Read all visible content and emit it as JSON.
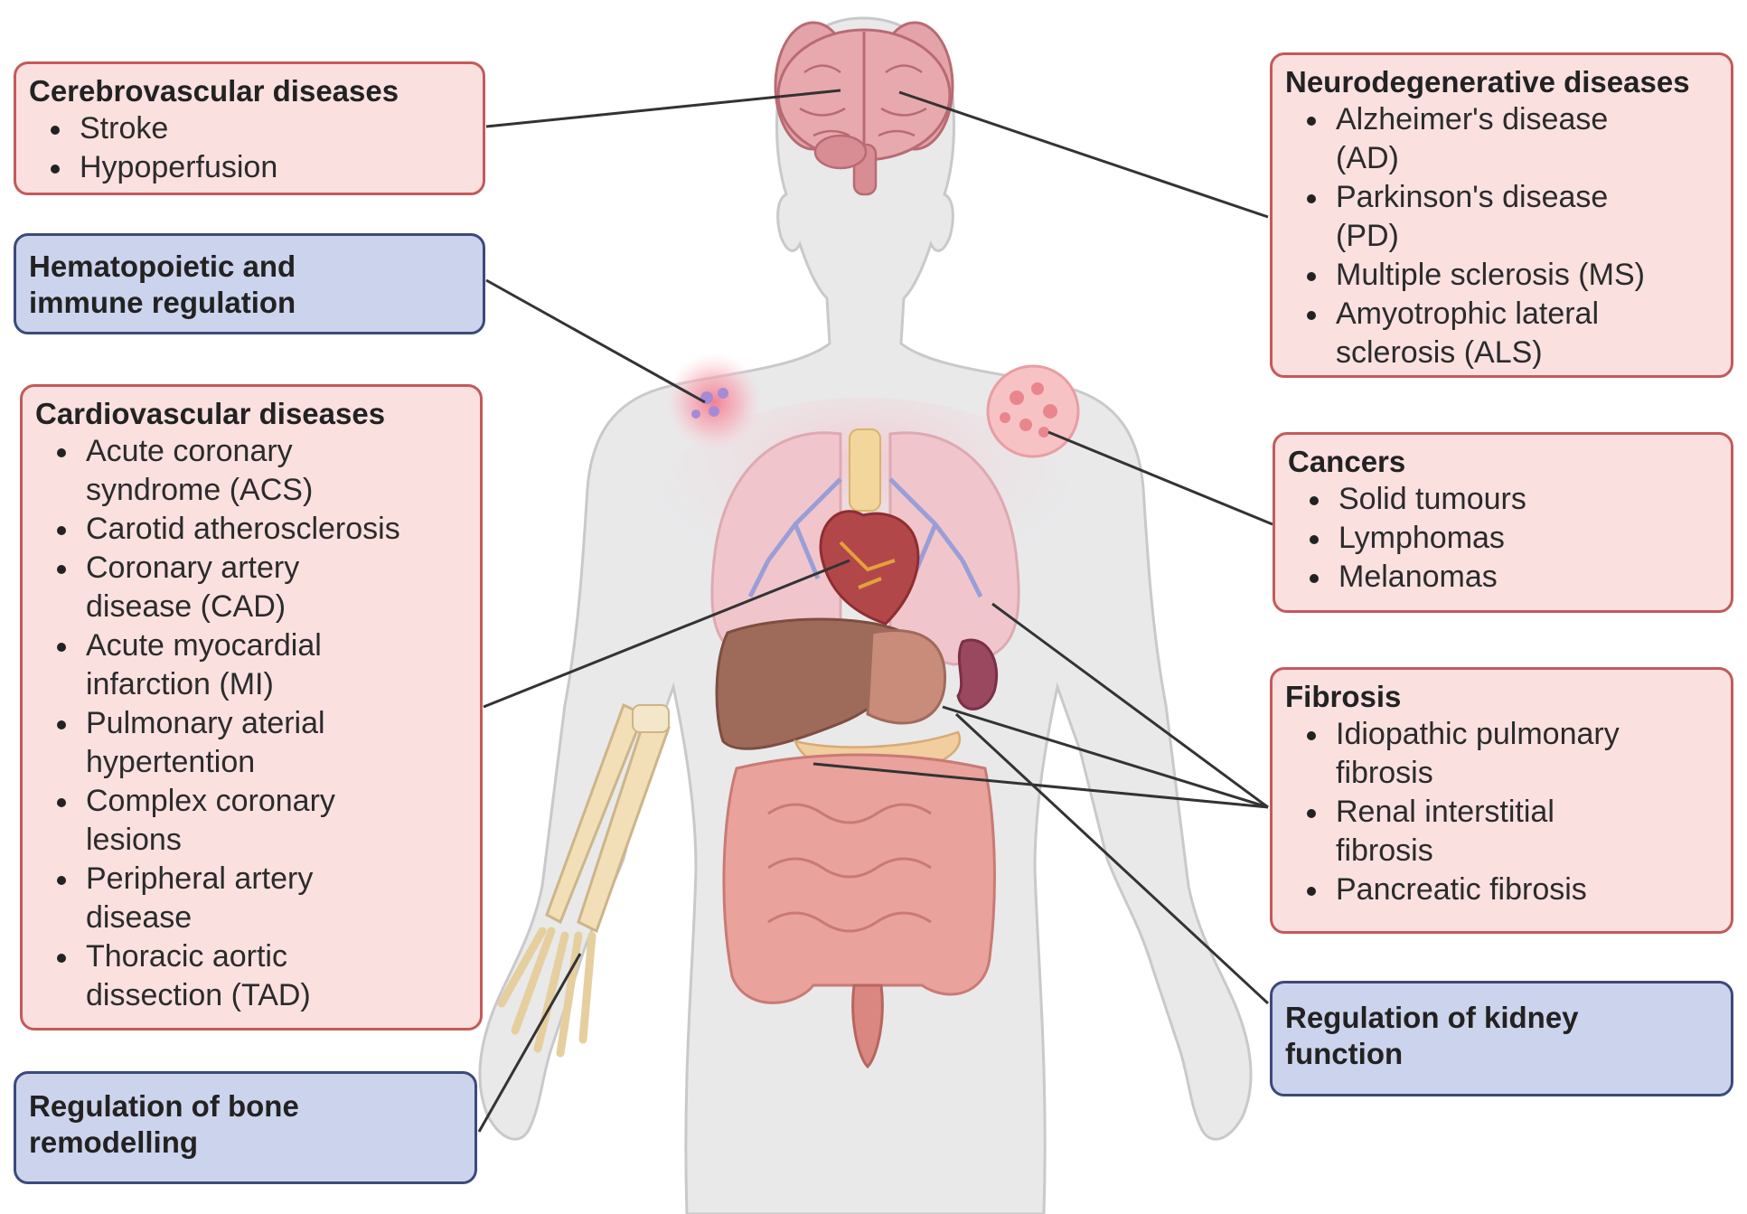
{
  "boxes": {
    "cerebrovascular": {
      "title": "Cerebrovascular diseases",
      "items": [
        "Stroke",
        "Hypoperfusion"
      ],
      "color": "#fbe0e0"
    },
    "hematopoietic": {
      "title": "Hematopoietic and immune regulation",
      "color": "#ccd3ec"
    },
    "cardiovascular": {
      "title": "Cardiovascular diseases",
      "items": [
        "Acute coronary syndrome (ACS)",
        "Carotid atherosclerosis",
        "Coronary artery disease (CAD)",
        "Acute myocardial infarction (MI)",
        "Pulmonary aterial hypertention",
        "Complex coronary lesions",
        "Peripheral artery disease",
        "Thoracic aortic dissection (TAD)"
      ],
      "color": "#fbe0e0"
    },
    "bone": {
      "title": "Regulation of bone remodelling",
      "color": "#ccd3ec"
    },
    "neurodegenerative": {
      "title": "Neurodegenerative diseases",
      "items": [
        "Alzheimer's disease (AD)",
        "Parkinson's disease (PD)",
        "Multiple sclerosis (MS)",
        "Amyotrophic lateral sclerosis (ALS)"
      ],
      "color": "#fbe0e0"
    },
    "cancers": {
      "title": "Cancers",
      "items": [
        "Solid tumours",
        "Lymphomas",
        "Melanomas"
      ],
      "color": "#fbe0e0"
    },
    "fibrosis": {
      "title": "Fibrosis",
      "items": [
        "Idiopathic pulmonary fibrosis",
        "Renal interstitial fibrosis",
        "Pancreatic fibrosis"
      ],
      "color": "#fbe0e0"
    },
    "kidney": {
      "title": "Regulation of kidney function",
      "color": "#ccd3ec"
    }
  },
  "colors": {
    "disease_box": "#fbe0e0",
    "disease_border": "#c45a5a",
    "regulation_box": "#ccd3ec",
    "regulation_border": "#3c4a7a",
    "body": "#e9e9ea",
    "leader_line": "#333333"
  },
  "icons": [
    "human-body-silhouette",
    "brain-icon",
    "lungs-icon",
    "heart-icon",
    "liver-icon",
    "kidney-icon",
    "stomach-icon",
    "intestines-icon",
    "arm-bones-icon",
    "immune-cells-icon",
    "tumour-cell-icon"
  ]
}
